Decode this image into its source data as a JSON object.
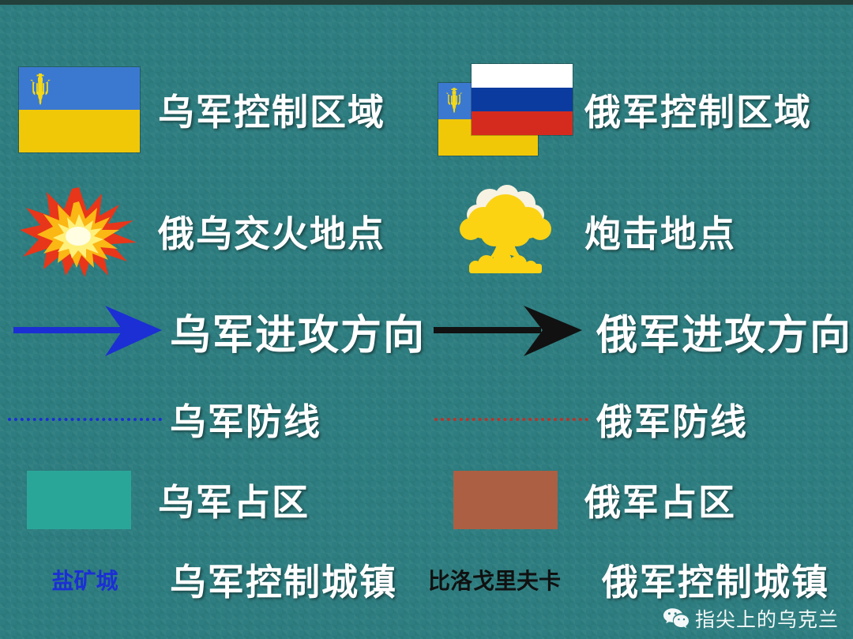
{
  "board": {
    "background_color": "#2e7d80",
    "top_strip_color": "#23403a",
    "title_hidden": ""
  },
  "legend": {
    "rows": [
      {
        "left": {
          "symbol": "ukraine-flag",
          "label": "乌军控制区域"
        },
        "right": {
          "symbol": "russia-ukraine-flags",
          "label": "俄军控制区域"
        }
      },
      {
        "left": {
          "symbol": "explosion-star-icon",
          "label": "俄乌交火地点"
        },
        "right": {
          "symbol": "mushroom-cloud-icon",
          "label": "炮击地点"
        }
      },
      {
        "left": {
          "symbol": "blue-arrow-icon",
          "label": "乌军进攻方向"
        },
        "right": {
          "symbol": "black-arrow-icon",
          "label": "俄军进攻方向"
        }
      },
      {
        "left": {
          "symbol": "blue-dotted-line",
          "label": "乌军防线"
        },
        "right": {
          "symbol": "red-dotted-line",
          "label": "俄军防线"
        }
      },
      {
        "left": {
          "symbol": "teal-swatch",
          "label": "乌军占区"
        },
        "right": {
          "symbol": "brown-swatch",
          "label": "俄军占区"
        }
      },
      {
        "left": {
          "symbol": "town-name-blue",
          "sample": "盐矿城",
          "label": "乌军控制城镇"
        },
        "right": {
          "symbol": "town-name-black",
          "sample": "比洛戈里夫卡",
          "label": "俄军控制城镇"
        }
      }
    ]
  },
  "colors": {
    "ukraine_flag_blue": "#3b79d0",
    "ukraine_flag_yellow": "#f0c808",
    "russia_flag_white": "#ffffff",
    "russia_flag_blue": "#0b3b9e",
    "russia_flag_red": "#d52b1e",
    "ua_arrow": "#1b2fd4",
    "ru_arrow": "#111111",
    "ua_line": "#1b2fd4",
    "ru_line": "#b9342a",
    "ua_area": "#2aa698",
    "ru_area": "#ac5f43",
    "ua_town_text": "#1b2fd4",
    "ru_town_text": "#101010",
    "label_text": "#ffffff"
  },
  "watermark": {
    "icon": "wechat-icon",
    "text": "指尖上的乌克兰"
  }
}
